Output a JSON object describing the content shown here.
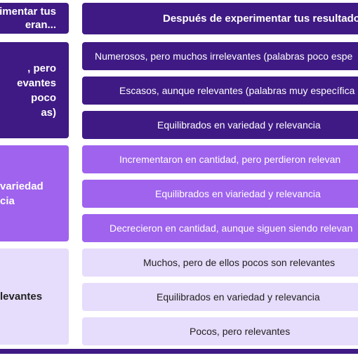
{
  "header": {
    "left_line1": "imentar tus",
    "left_line2": "eran...",
    "right": "Después de experimentar tus resultado"
  },
  "groups": [
    {
      "label_lines": [
        ", pero",
        "evantes",
        "poco",
        "as)"
      ],
      "items": [
        "Numerosos, pero muchos irrelevantes (palabras poco espe",
        "Escasos, aunque relevantes (palabras muy específica",
        "Equilibrados en variedad y relevancia"
      ]
    },
    {
      "label_lines": [
        "variedad",
        "cia"
      ],
      "items": [
        "Incrementaron en cantidad, pero perdieron relevan",
        "Equilibrados en viariedad y relevancia",
        "Decrecieron en cantidad, aunque siguen siendo relevan"
      ]
    },
    {
      "label_lines": [
        "levantes"
      ],
      "items": [
        "Muchos, pero de ellos pocos son relevantes",
        "Equilibrados en variedad y relevancia",
        "Pocos, pero relevantes"
      ]
    }
  ],
  "colors": {
    "dark": "#3f1a84",
    "mid": "#9f63ee",
    "light": "#e6dcfb"
  }
}
